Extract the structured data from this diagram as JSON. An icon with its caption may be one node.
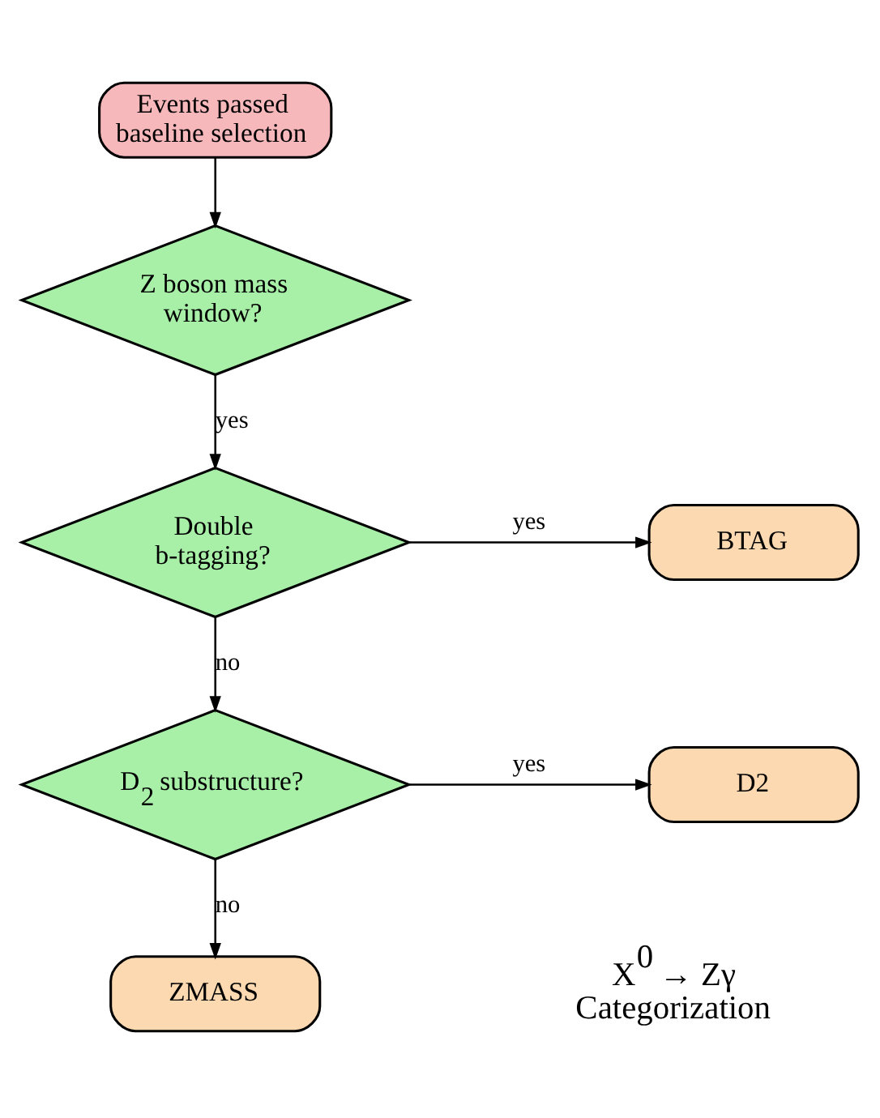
{
  "diagram": {
    "nodes": [
      {
        "text": [
          "Events passed baseline selection"
        ]
      },
      {
        "text": [
          "Z boson mass window?"
        ]
      },
      {
        "text": [
          "Double b-tagging?"
        ]
      },
      {
        "text": [
          "BTAG"
        ]
      },
      {
        "text": [
          "D$_{2}$ substructure?"
        ]
      },
      {
        "text": [
          "D2"
        ]
      },
      {
        "text": [
          "ZMASS"
        ]
      }
    ],
    "edges": [
      {
        "from": 0,
        "to": 1,
        "arrow": "to"
      },
      {
        "from": 1,
        "to": 2,
        "arrow": "to",
        "label": "yes"
      },
      {
        "from": 2,
        "to": 3,
        "arrow": "to",
        "label": "yes"
      },
      {
        "from": 2,
        "to": 4,
        "arrow": "to",
        "label": "no"
      },
      {
        "from": 4,
        "to": 5,
        "arrow": "to",
        "label": "yes"
      },
      {
        "from": 4,
        "to": 6,
        "arrow": "to",
        "label": "no"
      }
    ],
    "labels": [
      "X$^{0}$ → Zγ Categorization"
    ]
  }
}
